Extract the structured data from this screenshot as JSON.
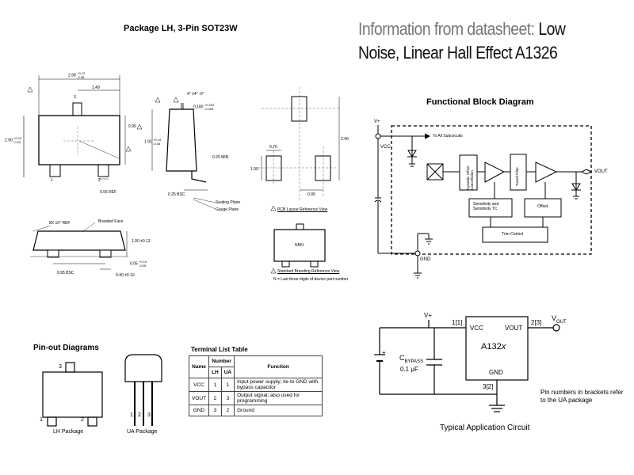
{
  "header": {
    "title_prefix": "Information from datasheet:",
    "title_line1_suffix": "Low",
    "title_line2": "Noise, Linear Hall Effect A1326"
  },
  "package": {
    "title": "Package LH, 3-Pin SOT23W",
    "dims": {
      "top_width": "2.98",
      "top_width_tol_plus": "+0.12",
      "top_width_tol_minus": "-0.08",
      "pin_offset": "1.49",
      "body_height": "2.90",
      "body_height_tol_plus": "+0.10",
      "body_height_tol_minus": "-0.20",
      "pin_width": "0.96",
      "ref_055": "0.55 REF",
      "side_angle": "4° ±4°",
      "side_angle2": "-0°",
      "lead_thick": "0.180",
      "lead_thick_tol_plus": "+0.020",
      "lead_thick_tol_minus": "-0.053",
      "side_height": "1.91",
      "side_height_tol_plus": "+0.19",
      "side_height_tol_minus": "-0.06",
      "min_025": "0.25 MIN",
      "bsc_025": "0.25 BSC",
      "seating_plane": "Seating Plane",
      "gauge_plane": "Gauge Plane",
      "pcb_240": "2.40",
      "pcb_070": "0.70",
      "pcb_100": "1.00",
      "pcb_095": "0.95",
      "pcb_caption": "PCB Layout Reference View",
      "front_angle": "8X 10° REF",
      "branded_face": "Branded Face",
      "front_height": "1.00 ±0.13",
      "front_bsc": "0.95 BSC",
      "front_lead": "0.40 ±0.10",
      "front_standoff": "0.05",
      "front_standoff_tol_plus": "+0.10",
      "front_standoff_tol_minus": "-0.05",
      "nnn": "NNN",
      "brand_caption": "Standard Branding Reference View",
      "brand_note": "N = Last three digits of device part number",
      "warn_a": "A",
      "warn_b": "B",
      "warn_c": "C",
      "warn_d": "D",
      "pin1": "1",
      "pin2": "2",
      "pin3": "3",
      "note_a": "A"
    }
  },
  "block_diagram": {
    "title": "Functional Block Diagram",
    "vplus": "V+",
    "vcc": "VCC",
    "subcircuits": "To All Subcircuits",
    "dyn_offset": "Dynamic Offset Cancellation",
    "tuned_filter": "Tuned Filter",
    "sensitivity": "Sensitivity and Sensitivity TC",
    "offset": "Offset",
    "trim": "Trim Control",
    "vout": "VOUT",
    "gnd": "GND"
  },
  "pinout": {
    "title": "Pin-out Diagrams",
    "lh_label": "LH Package",
    "ua_label": "UA Package",
    "lh_pin1": "1",
    "lh_pin2": "2",
    "lh_pin3": "3",
    "ua_pin1": "1",
    "ua_pin2": "2",
    "ua_pin3": "3"
  },
  "terminal_table": {
    "title": "Terminal List Table",
    "col_name": "Name",
    "col_number": "Number",
    "col_lh": "LH",
    "col_ua": "UA",
    "col_function": "Function",
    "rows": [
      {
        "name": "VCC",
        "lh": "1",
        "ua": "1",
        "function": "Input power supply; tie to GND with bypass capacitor"
      },
      {
        "name": "VOUT",
        "lh": "2",
        "ua": "3",
        "function": "Output signal; also used for programming"
      },
      {
        "name": "GND",
        "lh": "3",
        "ua": "2",
        "function": "Ground"
      }
    ]
  },
  "app_circuit": {
    "vplus": "V+",
    "pin_vcc": "1[1]",
    "vcc": "VCC",
    "vout": "VOUT",
    "pin_vout": "2[3]",
    "vout_ext": "V",
    "vout_ext_sub": "OUT",
    "chip": "A132",
    "chip_suffix": "x",
    "gnd": "GND",
    "pin_gnd": "3[2]",
    "cap_name": "C",
    "cap_sub": "BYPASS",
    "cap_value": "0.1 µF",
    "plus": "+",
    "note": "Pin numbers in brackets refer to the UA package",
    "caption": "Typical Application Circuit"
  },
  "colors": {
    "title_grey": "#777777",
    "title_dark": "#111111",
    "line": "#000000"
  }
}
